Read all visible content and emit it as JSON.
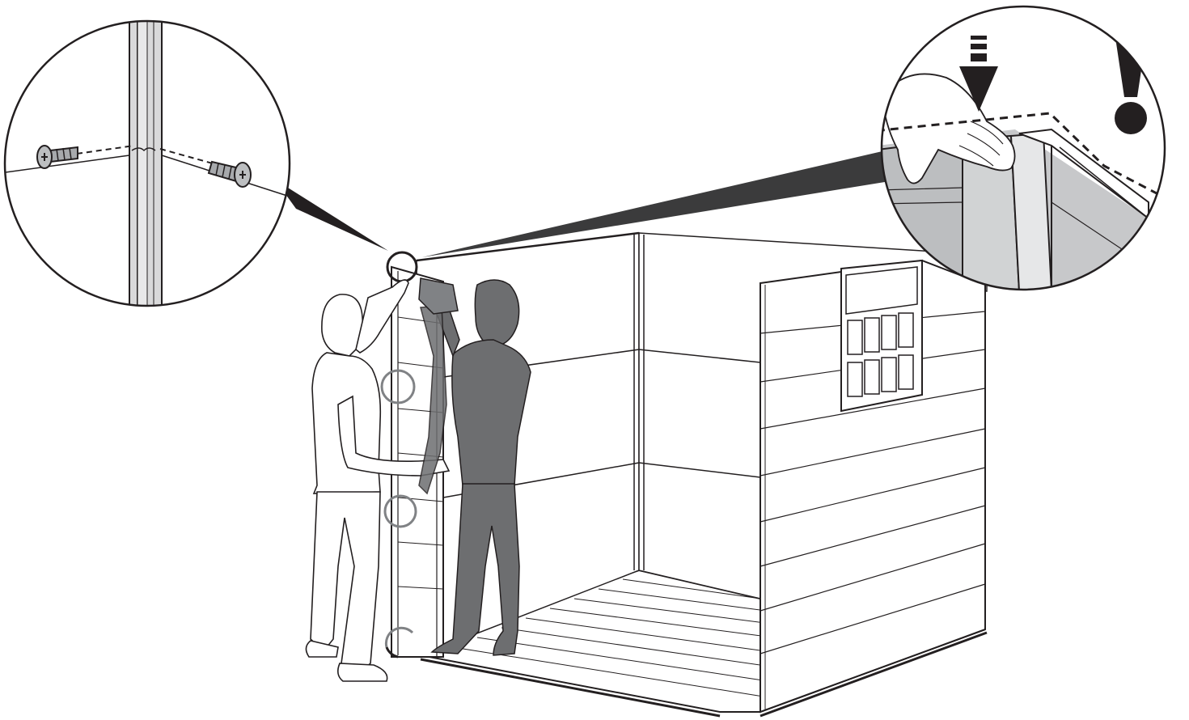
{
  "figure": {
    "kind": "assembly-instruction-illustration",
    "text_present": false,
    "colors": {
      "line": "#231f20",
      "silhouette": "#6d6e70",
      "wall_fill": "#ffffff",
      "callout_fill": "#c7c8ca",
      "highlight_ring_dark": "#231f20",
      "highlight_ring_light": "#808285"
    }
  },
  "scene": {
    "object": "shed-under-assembly",
    "people": [
      "helper-outline-figure",
      "worker-silhouette-figure"
    ],
    "screw_points_marked": 4,
    "window_panes": 8
  },
  "callouts": [
    {
      "id": "screw-detail",
      "shows": [
        "screw-icon",
        "screw-icon",
        "corner-post"
      ]
    },
    {
      "id": "press-down-detail",
      "shows": [
        "hand",
        "down-arrow-icon",
        "warning-exclamation-icon"
      ]
    }
  ]
}
